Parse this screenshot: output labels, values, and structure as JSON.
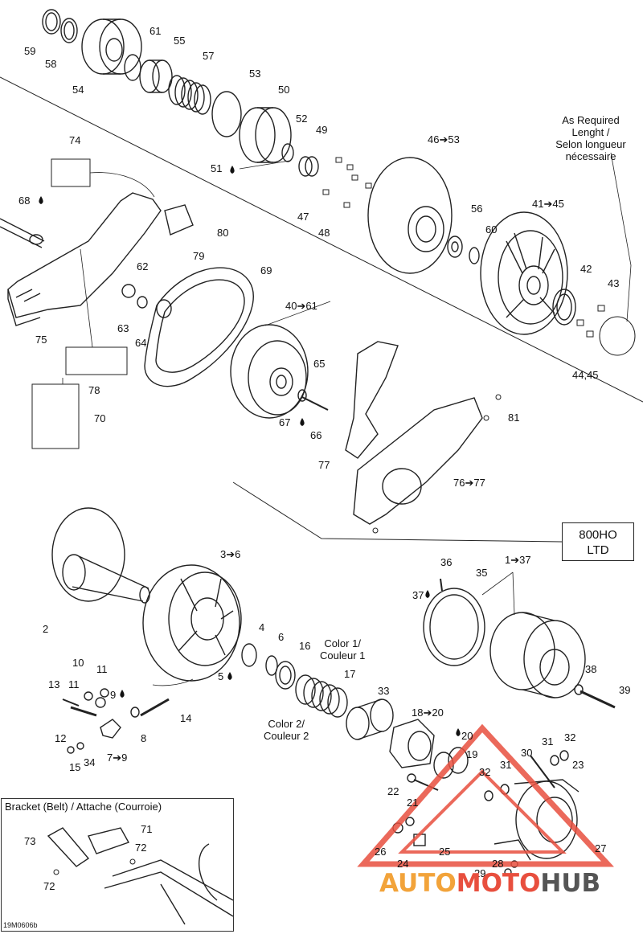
{
  "diagram_id": "19M0606b",
  "model_box": {
    "line1": "800HO",
    "line2": "LTD"
  },
  "length_note": {
    "line1": "As Required",
    "line2": "Lenght /",
    "line3": "Selon longueur",
    "line4": "nécessaire"
  },
  "bracket_box": {
    "title": "Bracket (Belt) / Attache (Courroie)"
  },
  "color_notes": {
    "color1": {
      "line1": "Color 1/",
      "line2": "Couleur 1"
    },
    "color2": {
      "line1": "Color 2/",
      "line2": "Couleur 2"
    }
  },
  "watermark": {
    "part1": "AUTO",
    "part2": "MOTO",
    "part3": "HUB"
  },
  "colors": {
    "watermark_orange": "#f2a33a",
    "watermark_red": "#e84f3e",
    "watermark_gray": "#555555"
  },
  "callouts": {
    "c59": "59",
    "c58": "58",
    "c54": "54",
    "c61": "61",
    "c55": "55",
    "c57": "57",
    "c53": "53",
    "c50": "50",
    "c52": "52",
    "c49": "49",
    "c51": "51",
    "c46_53": "46➔53",
    "c74": "74",
    "c68": "68",
    "c47": "47",
    "c48": "48",
    "c80": "80",
    "c79": "79",
    "c56": "56",
    "c60": "60",
    "c41_45": "41➔45",
    "c62": "62",
    "c69": "69",
    "c42": "42",
    "c43": "43",
    "c63": "63",
    "c64": "64",
    "c40_61": "40➔61",
    "c75": "75",
    "c44_45": "44,45",
    "c65": "65",
    "c78": "78",
    "c81": "81",
    "c70": "70",
    "c67": "67",
    "c66": "66",
    "c77": "77",
    "c76_77": "76➔77",
    "c3_6": "3➔6",
    "c36": "36",
    "c35": "35",
    "c1_37": "1➔37",
    "c37": "37",
    "c2": "2",
    "c4": "4",
    "c6": "6",
    "c16": "16",
    "c5": "5",
    "c10": "10",
    "c11a": "11",
    "c13": "13",
    "c11b": "11",
    "c9": "9",
    "c17": "17",
    "c38": "38",
    "c39": "39",
    "c14": "14",
    "c12": "12",
    "c8": "8",
    "c33": "33",
    "c18_20": "18➔20",
    "c7_9": "7➔9",
    "c15": "15",
    "c34": "34",
    "c20": "20",
    "c31a": "31",
    "c32a": "32",
    "c30": "30",
    "c19": "19",
    "c23": "23",
    "c31b": "31",
    "c32b": "32",
    "c22": "22",
    "c21": "21",
    "c71": "71",
    "c73": "73",
    "c72a": "72",
    "c26": "26",
    "c25": "25",
    "c27": "27",
    "c24": "24",
    "c28": "28",
    "c29": "29",
    "c72b": "72"
  }
}
